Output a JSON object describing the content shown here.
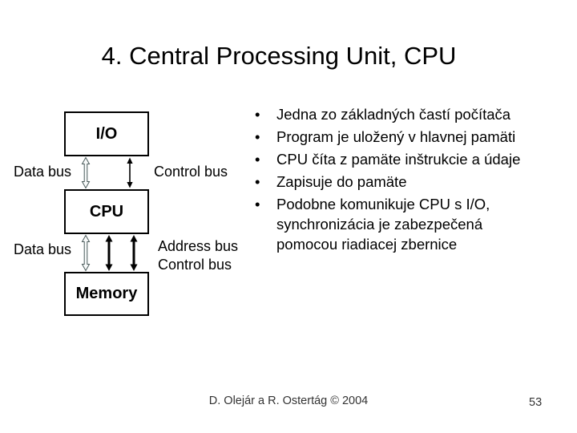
{
  "slide": {
    "title": "4. Central Processing Unit, CPU",
    "background_color": "#ffffff",
    "text_color": "#000000"
  },
  "bullets_meta": {
    "marker": "•"
  },
  "bullets": [
    "Jedna zo základných častí počítača",
    "Program je uložený v hlavnej pamäti",
    "CPU číta z pamäte inštrukcie a údaje",
    "Zapisuje do pamäte",
    [
      "Podobne komunikuje CPU s I/O,",
      "synchronizácia je zabezpečená",
      "pomocou riadiacej zbernice"
    ]
  ],
  "diagram": {
    "boxes": [
      {
        "label": "I/O"
      },
      {
        "label": "CPU"
      },
      {
        "label": "Memory"
      }
    ],
    "bus_labels": {
      "io_cpu_left": "Data bus",
      "io_cpu_right": "Control bus",
      "cpu_mem_left": "Data bus",
      "cpu_mem_right_1": "Address bus",
      "cpu_mem_right_2": "Control bus"
    },
    "arrows": [
      {
        "name": "data-bus-arrow-io-cpu",
        "style": "hollow-double"
      },
      {
        "name": "control-bus-arrow-io-cpu",
        "style": "solid-thin-double"
      },
      {
        "name": "data-bus-arrow-cpu-memory",
        "style": "hollow-double"
      },
      {
        "name": "address-bus-arrow-cpu-memory",
        "style": "solid-thick-double"
      },
      {
        "name": "control-bus-arrow-cpu-memory",
        "style": "solid-thick-double"
      }
    ],
    "colors": {
      "box_border": "#000000",
      "solid_arrow": "#000000",
      "hollow_arrow_stroke": "#4a5a5a",
      "hollow_arrow_fill": "#f8fafa"
    }
  },
  "footer": {
    "credit": "D. Olejár a R. Ostertág © 2004",
    "page_number": "53"
  }
}
